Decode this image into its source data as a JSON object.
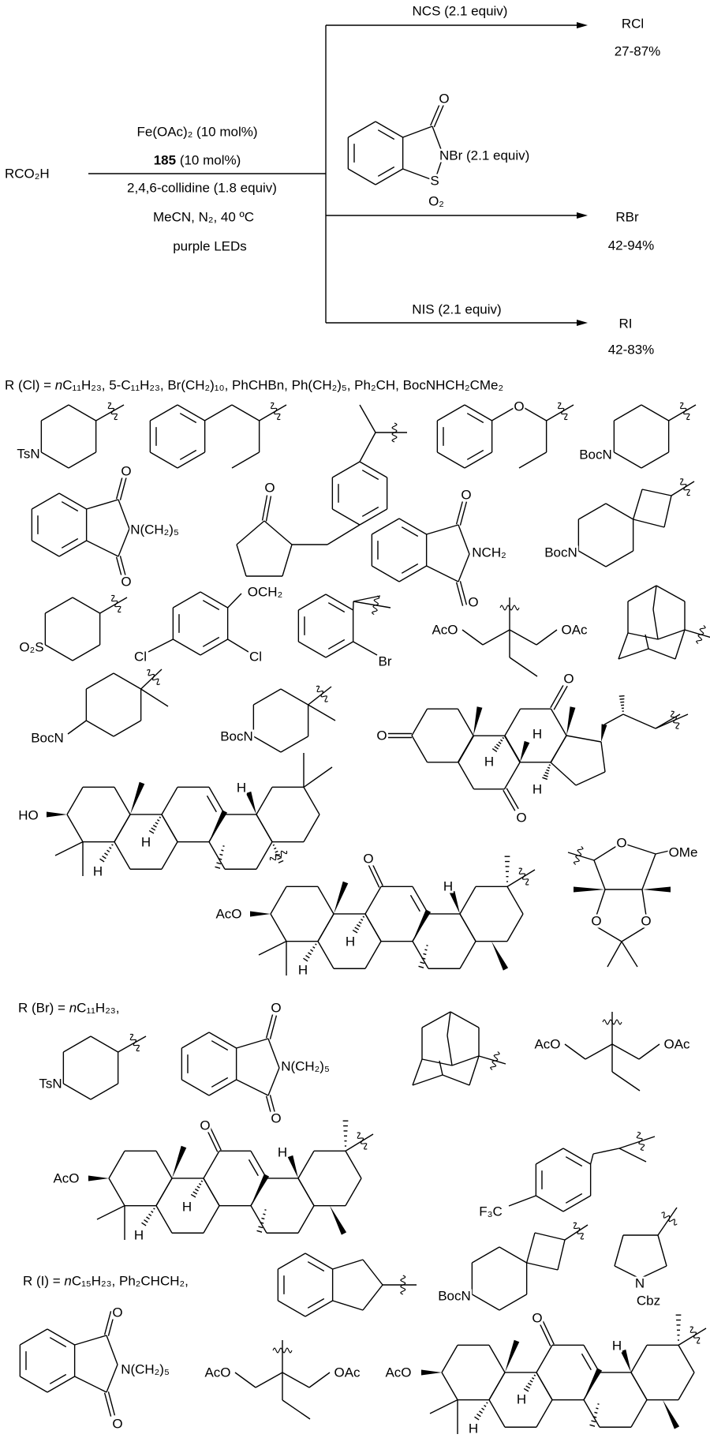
{
  "scheme": {
    "substrate": "RCO₂H",
    "conditions": {
      "line1": "Fe(OAc)₂ (10 mol%)",
      "catalyst": "185",
      "catalyst_loading": " (10 mol%)",
      "line3": "2,4,6-collidine (1.8 equiv)",
      "line4": "MeCN, N₂, 40 ºC",
      "line5": "purple LEDs"
    },
    "chlorination": {
      "reagent": "NCS (2.1 equiv)",
      "product": "RCl",
      "yield": "27-87%"
    },
    "bromination": {
      "reagent_atoms": {
        "carbonyl_o": "O",
        "nbr": "NBr (2.1 equiv)",
        "s": "S",
        "so2": "O₂"
      },
      "product": "RBr",
      "yield": "42-94%"
    },
    "iodination": {
      "reagent": "NIS (2.1 equiv)",
      "product": "RI",
      "yield": "42-83%"
    }
  },
  "scope": {
    "chloride": {
      "prefix": "R (Cl) = ",
      "n": "n",
      "list": "C₁₁H₂₃, 5-C₁₁H₂₃, Br(CH₂)₁₀, PhCHBn, Ph(CH₂)₅, Ph₂CH, BocNHCH₂CMe₂",
      "labels": [
        "TsN",
        "O",
        "BocN",
        "O",
        "N(CH₂)₅",
        "O",
        "O",
        "O",
        "NCH₂",
        "O",
        "BocN",
        "O₂S",
        "OCH₂",
        "Cl",
        "Cl",
        "Br",
        "AcO",
        "OAc",
        "BocN",
        "BocN",
        "O",
        "O",
        "H",
        "H",
        "H",
        "O",
        "HO",
        "H",
        "H",
        "H",
        "O",
        "AcO",
        "H",
        "H",
        "H",
        "O",
        "OMe",
        "O",
        "O"
      ]
    },
    "bromide": {
      "prefix": "R (Br) = ",
      "n": "n",
      "list": "C₁₁H₂₃,",
      "labels": [
        "TsN",
        "O",
        "N(CH₂)₅",
        "O",
        "AcO",
        "OAc",
        "O",
        "AcO",
        "H",
        "H",
        "H",
        "F₃C"
      ]
    },
    "iodide": {
      "prefix": "R (I) = ",
      "n": "n",
      "list": "C₁₅H₂₃, Ph₂CHCH₂,",
      "labels": [
        "O",
        "N(CH₂)₅",
        "O",
        "AcO",
        "OAc",
        "AcO",
        "O",
        "H",
        "H",
        "H",
        "BocN",
        "N",
        "Cbz"
      ]
    }
  }
}
